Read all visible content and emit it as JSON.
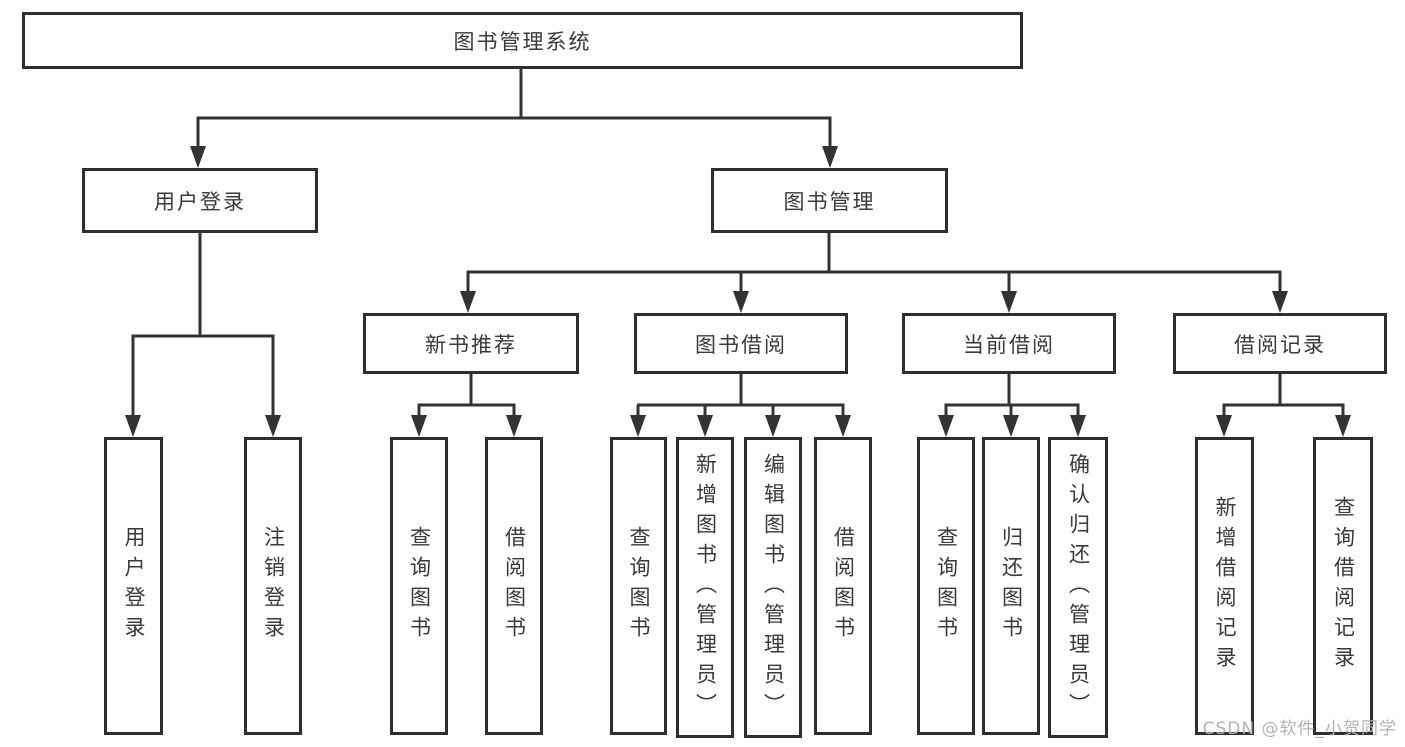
{
  "diagram": {
    "root": "图书管理系统",
    "level1": {
      "user_login": "用户登录",
      "book_mgmt": "图书管理"
    },
    "level2": {
      "new_book_rec": "新书推荐",
      "book_borrow": "图书借阅",
      "current_borrow": "当前借阅",
      "borrow_record": "借阅记录"
    },
    "leaves": {
      "user_login": [
        "用户登录",
        "注销登录"
      ],
      "new_book_rec": [
        "查询图书",
        "借阅图书"
      ],
      "book_borrow": [
        "查询图书",
        "新增图书（管理员）",
        "编辑图书（管理员）",
        "借阅图书"
      ],
      "current_borrow": [
        "查询图书",
        "归还图书",
        "确认归还（管理员）"
      ],
      "borrow_record": [
        "新增借阅记录",
        "查询借阅记录"
      ]
    }
  },
  "watermark": "CSDN @软件_小贺同学",
  "colors": {
    "line": "#333333",
    "border": "#2e2e2e",
    "text": "#3a3a3a",
    "watermark": "#b3b3b3",
    "background": "#ffffff"
  }
}
